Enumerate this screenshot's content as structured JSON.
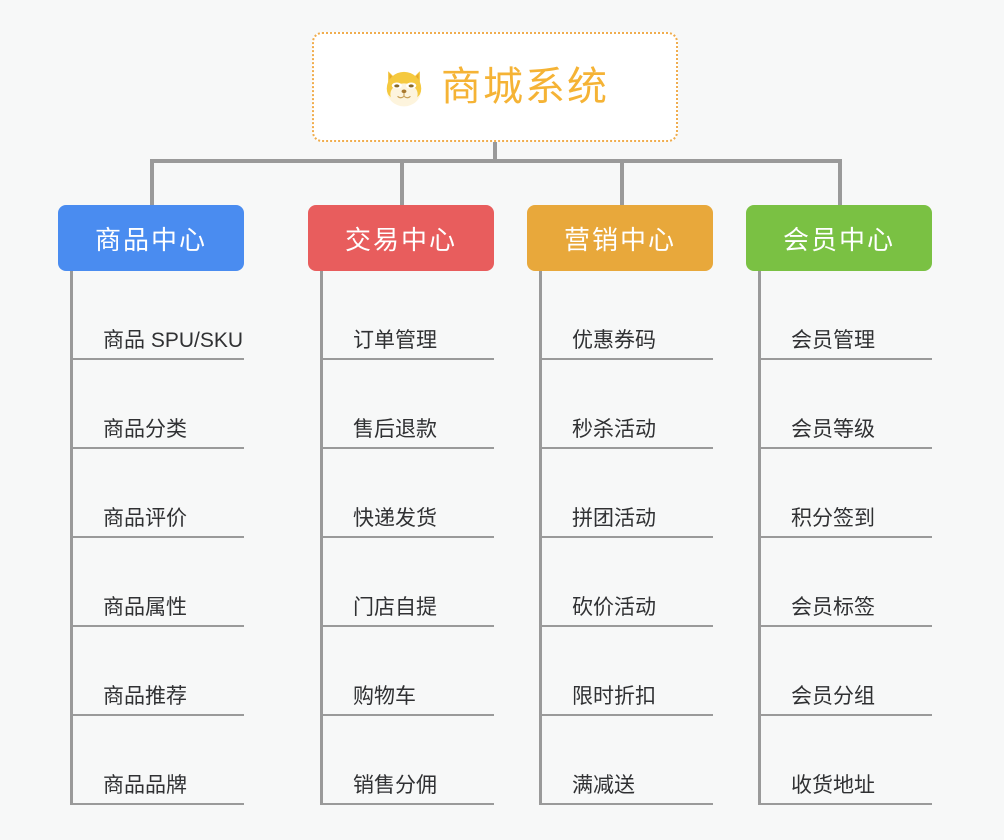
{
  "root": {
    "title": "商城系统",
    "icon": "shiba-dog-icon",
    "border_color": "#f0ad4e",
    "text_color": "#f5b335",
    "background": "#ffffff"
  },
  "canvas": {
    "background": "#f7f8f8",
    "line_color": "#9a9a9a"
  },
  "columns": [
    {
      "title": "商品中心",
      "color": "#4a8cf0",
      "items": [
        "商品 SPU/SKU",
        "商品分类",
        "商品评价",
        "商品属性",
        "商品推荐",
        "商品品牌"
      ]
    },
    {
      "title": "交易中心",
      "color": "#e85d5d",
      "items": [
        "订单管理",
        "售后退款",
        "快递发货",
        "门店自提",
        "购物车",
        "销售分佣"
      ]
    },
    {
      "title": "营销中心",
      "color": "#e8a83b",
      "items": [
        "优惠券码",
        "秒杀活动",
        "拼团活动",
        "砍价活动",
        "限时折扣",
        "满减送"
      ]
    },
    {
      "title": "会员中心",
      "color": "#7ac143",
      "items": [
        "会员管理",
        "会员等级",
        "积分签到",
        "会员标签",
        "会员分组",
        "收货地址"
      ]
    }
  ]
}
